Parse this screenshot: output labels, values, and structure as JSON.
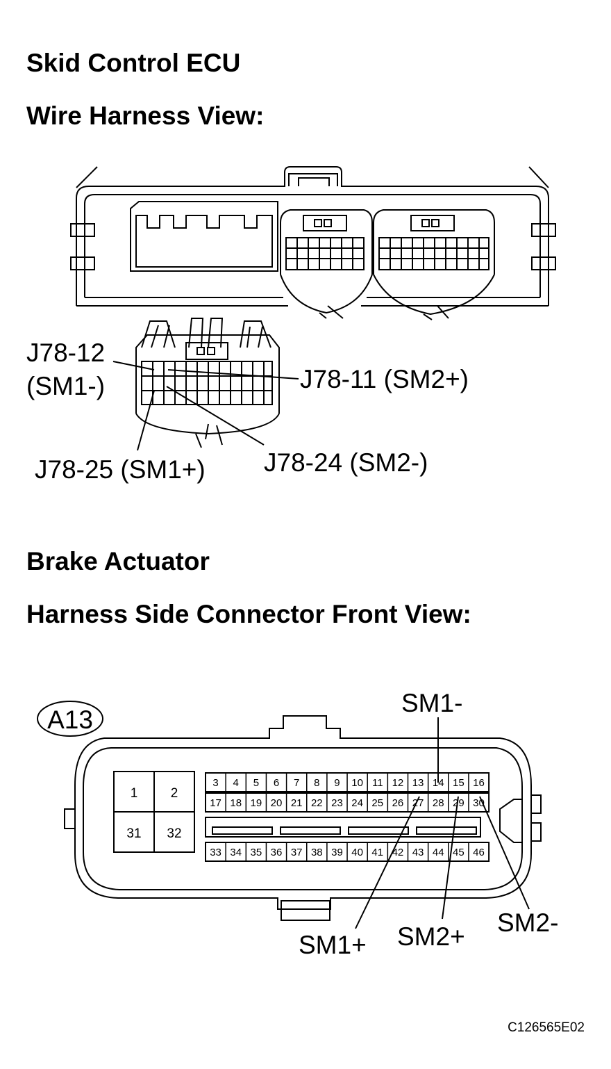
{
  "ecu_section": {
    "title": "Skid Control ECU",
    "view_title": "Wire Harness View:",
    "pins": {
      "j78_12": "J78-12",
      "j78_12_sig": "(SM1-)",
      "j78_11": "J78-11 (SM2+)",
      "j78_25": "J78-25 (SM1+)",
      "j78_24": "J78-24 (SM2-)"
    }
  },
  "actuator_section": {
    "title": "Brake Actuator",
    "view_title": "Harness Side Connector Front View:",
    "connector_id": "A13",
    "big_cells": [
      "1",
      "2",
      "31",
      "32"
    ],
    "row1": [
      "3",
      "4",
      "5",
      "6",
      "7",
      "8",
      "9",
      "10",
      "11",
      "12",
      "13",
      "14",
      "15",
      "16"
    ],
    "row2": [
      "17",
      "18",
      "19",
      "20",
      "21",
      "22",
      "23",
      "24",
      "25",
      "26",
      "27",
      "28",
      "29",
      "30"
    ],
    "row3": [
      "33",
      "34",
      "35",
      "36",
      "37",
      "38",
      "39",
      "40",
      "41",
      "42",
      "43",
      "44",
      "45",
      "46"
    ],
    "labels": {
      "sm1_minus": "SM1-",
      "sm1_plus": "SM1+",
      "sm2_plus": "SM2+",
      "sm2_minus": "SM2-"
    }
  },
  "figure_code": "C126565E02"
}
